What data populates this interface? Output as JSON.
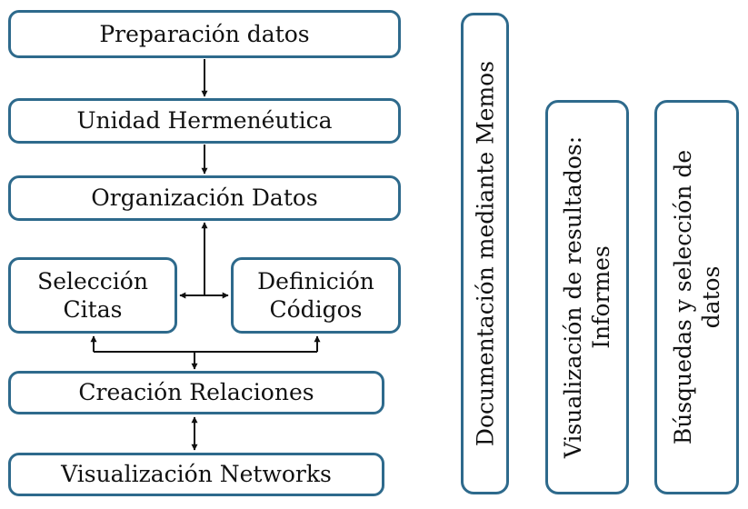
{
  "flow": {
    "preparacion": "Preparación datos",
    "unidad": "Unidad Hermenéutica",
    "organizacion": "Organización Datos",
    "seleccion": {
      "line1": "Selección",
      "line2": "Citas"
    },
    "definicion": {
      "line1": "Definición",
      "line2": "Códigos"
    },
    "creacion": "Creación Relaciones",
    "visualizacion_networks": "Visualización Networks"
  },
  "side_panels": {
    "documentacion": "Documentación mediante Memos",
    "visualizacion_resultados": {
      "line1": "Visualización de resultados:",
      "line2": "Informes"
    },
    "busquedas": {
      "line1": "Búsquedas y selección de",
      "line2": "datos"
    }
  },
  "colors": {
    "box_border": "#2e6a8c",
    "arrow": "#111111"
  }
}
